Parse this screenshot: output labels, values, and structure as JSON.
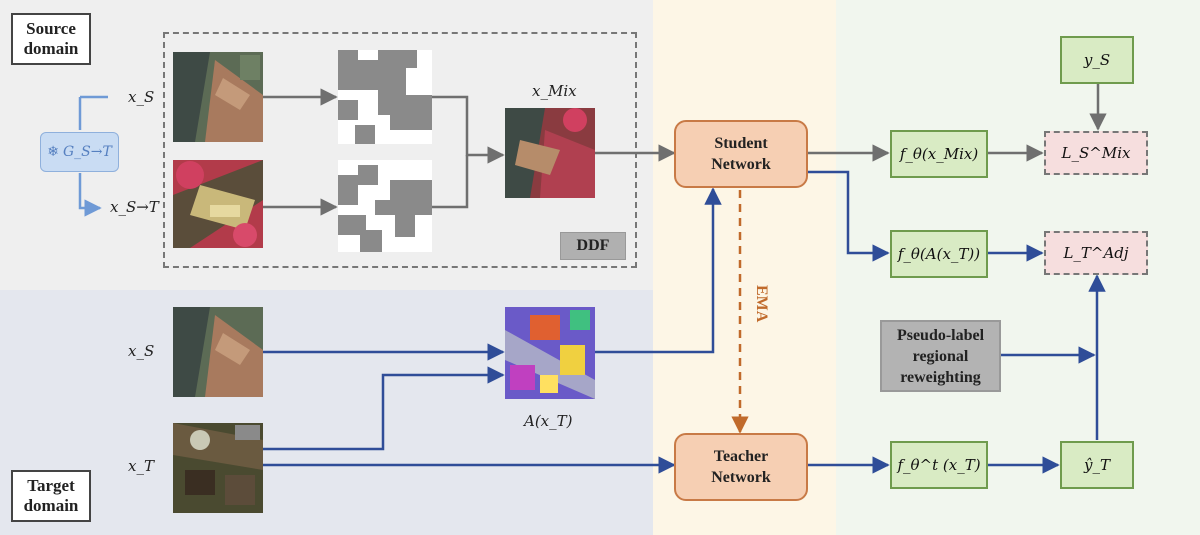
{
  "regions": {
    "source_label": [
      "Source",
      "domain"
    ],
    "target_label": [
      "Target",
      "domain"
    ]
  },
  "inputs": {
    "x_s_top": "x_S",
    "x_s_to_t": "x_S→T",
    "x_mix": "x_Mix",
    "x_s_bottom": "x_S",
    "x_t": "x_T",
    "a_xt": "A(x_T)"
  },
  "generator": {
    "label": "G_S→T",
    "icon": "snowflake-icon"
  },
  "ddf_label": "DDF",
  "student": [
    "Student",
    "Network"
  ],
  "teacher": [
    "Teacher",
    "Network"
  ],
  "ema_label": "EMA",
  "outputs": {
    "f_mix": "f_θ(x_Mix)",
    "f_adj": "f_θ(A(x_T))",
    "f_teacher": "f_θ^t (x_T)",
    "y_hat": "ŷ_T",
    "y_s": "y_S"
  },
  "losses": {
    "l_mix": "L_S^Mix",
    "l_adj": "L_T^Adj"
  },
  "reweight": [
    "Pseudo-label",
    "regional",
    "reweighting"
  ],
  "colors": {
    "source_bg": "#efefef",
    "target_bg": "#e4e7ee",
    "net_bg": "#fdf6e6",
    "out_bg": "#f1f6ee",
    "blue_arrow": "#2f4d98",
    "gray_arrow": "#6f6f6f",
    "ema_arrow": "#c06a2b"
  }
}
